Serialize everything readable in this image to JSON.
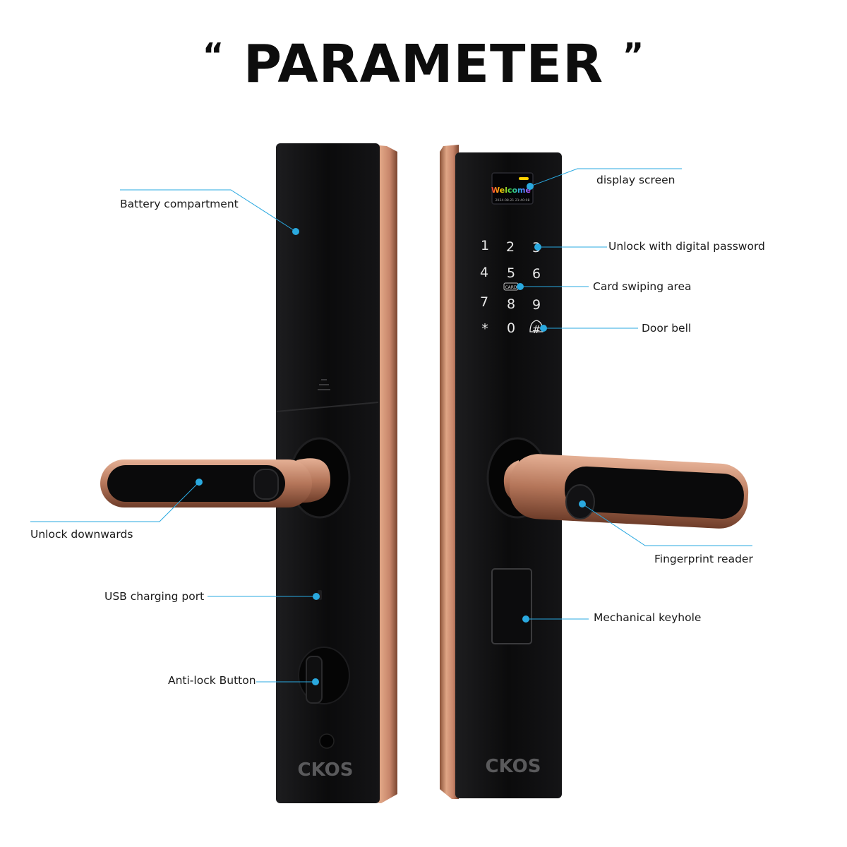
{
  "title": {
    "open_quote": "“",
    "text": "PARAMETER",
    "close_quote": "”"
  },
  "callouts": {
    "battery": "Battery compartment",
    "unlock_down": "Unlock downwards",
    "usb": "USB charging port",
    "antilock": "Anti-lock Button",
    "display": "display screen",
    "password": "Unlock with digital password",
    "card": "Card swiping area",
    "bell": "Door bell",
    "fingerprint": "Fingerprint reader",
    "keyhole": "Mechanical keyhole"
  },
  "screen": {
    "greeting": "Welcome",
    "datetime": "2024-08-21 21:40:08"
  },
  "keypad": {
    "keys": [
      "1",
      "2",
      "3",
      "4",
      "5",
      "6",
      "7",
      "8",
      "9",
      "*",
      "0",
      "#"
    ],
    "card_tag": "CARD"
  },
  "brand": {
    "logo_text": "CKOS"
  },
  "colors": {
    "body": "#0b0b0c",
    "bronze": "#c98a6c",
    "callout": "#29a8e0",
    "dot": "#2aa9df"
  }
}
